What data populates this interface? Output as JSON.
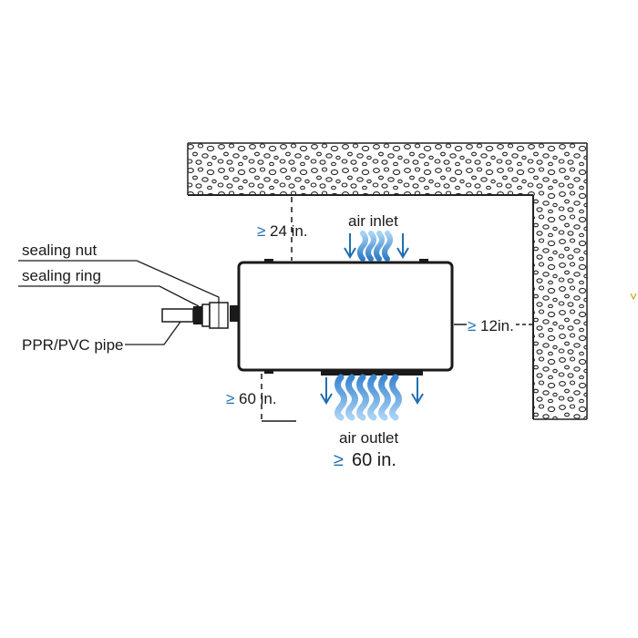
{
  "labels": {
    "sealing_nut": "sealing nut",
    "sealing_ring": "sealing ring",
    "pipe": "PPR/PVC pipe",
    "air_inlet": "air inlet",
    "air_outlet": "air outlet"
  },
  "clearances": {
    "top": "24 in.",
    "right": "12in.",
    "bottom_left": "60 in.",
    "outlet": "60 in."
  },
  "symbols": {
    "ge": "≥"
  },
  "colors": {
    "airflow": "#4a90d9",
    "airflow_light": "#8ec2ee",
    "arrow": "#1f6fb0",
    "wall": "#222222"
  }
}
